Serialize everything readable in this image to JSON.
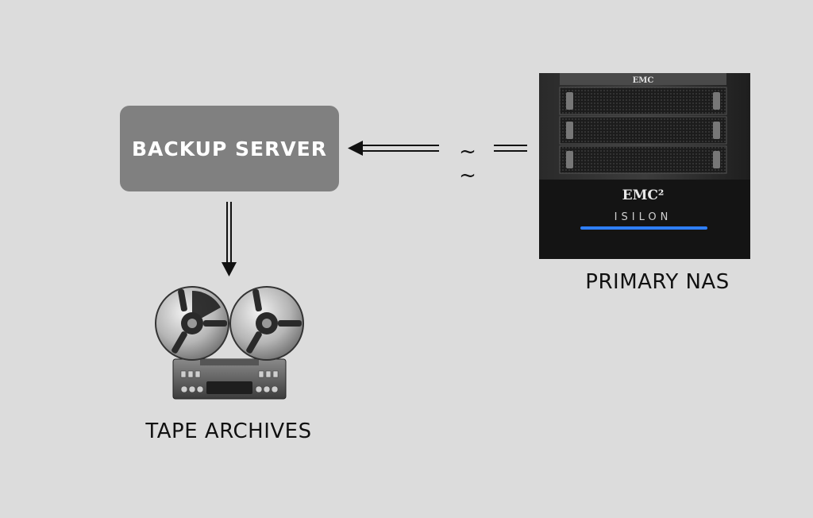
{
  "nodes": {
    "backup_server": "BACKUP SERVER",
    "primary_nas": "PRIMARY NAS",
    "tape_archives": "TAPE ARCHIVES"
  },
  "device": {
    "brand_top": "EMC",
    "brand_main": "EMC²",
    "model": "ISILON"
  },
  "connector": {
    "wavy_glyph": "~ ~"
  },
  "colors": {
    "background": "#dcdcdc",
    "server_box": "#808080",
    "nas_accent": "#2f7fff"
  },
  "icons": [
    "nas-storage-icon",
    "tape-reel-icon"
  ]
}
